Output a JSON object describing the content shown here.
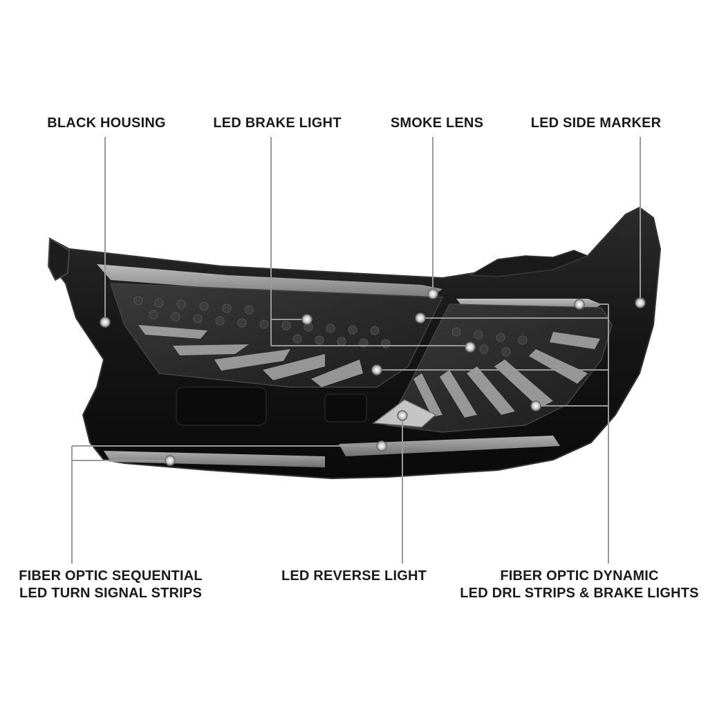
{
  "callouts": {
    "black_housing": "BLACK HOUSING",
    "led_brake_light": "LED BRAKE LIGHT",
    "smoke_lens": "SMOKE LENS",
    "led_side_marker": "LED SIDE MARKER",
    "fiber_turn_line1": "FIBER OPTIC SEQUENTIAL",
    "fiber_turn_line2": "LED TURN SIGNAL STRIPS",
    "led_reverse_light": "LED REVERSE LIGHT",
    "fiber_drl_line1": "FIBER OPTIC DYNAMIC",
    "fiber_drl_line2": "LED DRL STRIPS & BRAKE LIGHTS"
  },
  "colors": {
    "housing": "#141414",
    "lens": "#2a2a2a",
    "strip": "#bdbdbd",
    "leader": "#9a9a9a",
    "dot": "#c8c8c8"
  }
}
